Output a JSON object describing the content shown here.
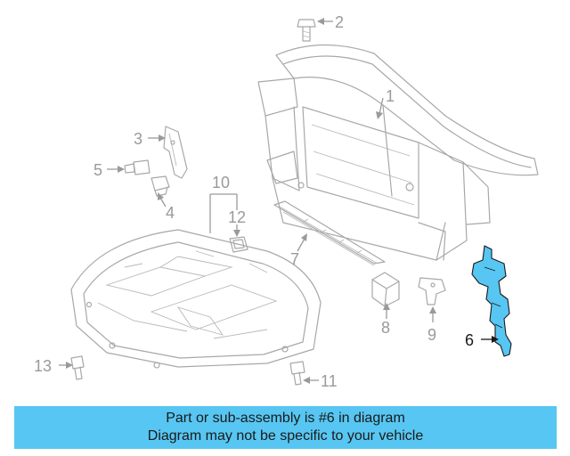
{
  "callouts": {
    "c1": "1",
    "c2": "2",
    "c3": "3",
    "c4": "4",
    "c5": "5",
    "c6": "6",
    "c7": "7",
    "c8": "8",
    "c9": "9",
    "c10": "10",
    "c11": "11",
    "c12": "12",
    "c13": "13"
  },
  "highlight": {
    "part_number": "6",
    "color": "#57c6f2"
  },
  "banner": {
    "line1": "Part or sub-assembly is #6 in diagram",
    "line2": "Diagram may not be specific to your vehicle",
    "background": "#57c6f2"
  }
}
